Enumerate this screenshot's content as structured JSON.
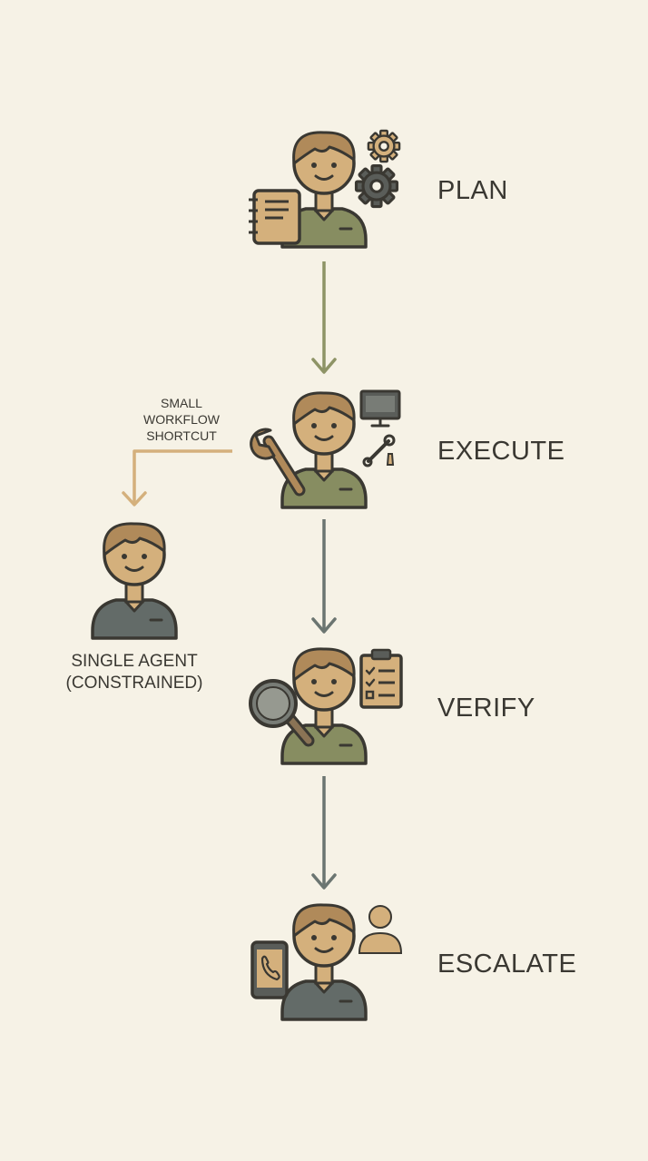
{
  "stages": [
    {
      "id": "plan",
      "label": "PLAN",
      "props": [
        "notebook-icon",
        "gear-icon"
      ]
    },
    {
      "id": "execute",
      "label": "EXECUTE",
      "props": [
        "wrench-icon",
        "monitor-icon",
        "tools-icon"
      ]
    },
    {
      "id": "verify",
      "label": "VERIFY",
      "props": [
        "magnifier-icon",
        "checklist-icon"
      ]
    },
    {
      "id": "escalate",
      "label": "ESCALATE",
      "props": [
        "phone-icon",
        "person-icon"
      ]
    }
  ],
  "shortcut": {
    "note_lines": [
      "SMALL",
      "WORKFLOW",
      "SHORTCUT"
    ],
    "agent_label_lines": [
      "SINGLE AGENT",
      "(CONSTRAINED)"
    ]
  },
  "colors": {
    "background": "#f6f2e6",
    "skin": "#d4b07c",
    "hair": "#b08a5a",
    "outline": "#3a3832",
    "shirt_olive": "#878d61",
    "shirt_slate": "#636b68",
    "arrow_olive": "#8e9466",
    "arrow_slate": "#6b7571",
    "arrow_shortcut": "#d4b07c",
    "prop_tan": "#d4b07c",
    "prop_gray": "#5a5d59"
  }
}
